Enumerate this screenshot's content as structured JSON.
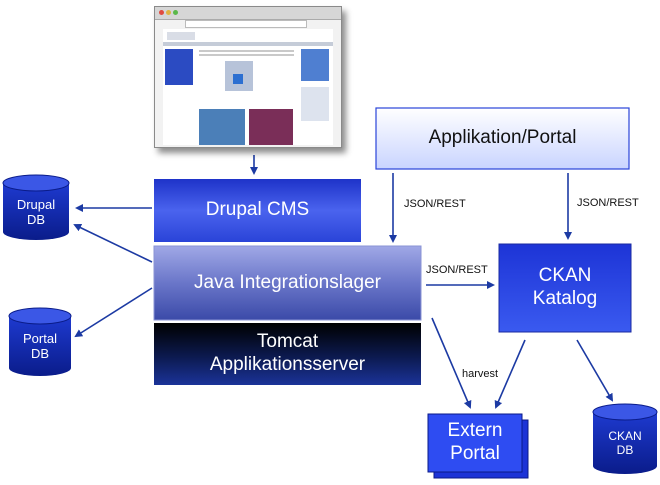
{
  "thumbnail": {
    "description_icon": "website-screenshot"
  },
  "nodes": {
    "applikation_portal": "Applikation/Portal",
    "drupal_cms": "Drupal CMS",
    "java_integrationslager": "Java Integrationslager",
    "tomcat_line1": "Tomcat",
    "tomcat_line2": "Applikationsserver",
    "ckan_line1": "CKAN",
    "ckan_line2": "Katalog",
    "extern_line1": "Extern",
    "extern_line2": "Portal"
  },
  "databases": {
    "drupal_db_line1": "Drupal",
    "drupal_db_line2": "DB",
    "portal_db_line1": "Portal",
    "portal_db_line2": "DB",
    "ckan_db_line1": "CKAN",
    "ckan_db_line2": "DB"
  },
  "edge_labels": {
    "json_rest_left": "JSON/REST",
    "json_rest_right": "JSON/REST",
    "json_rest_middle": "JSON/REST",
    "harvest": "harvest"
  },
  "colors": {
    "arrow": "#1c3aa3",
    "box_blue": "#2a44d8",
    "tomcat_dark": "#0b1a4a"
  }
}
